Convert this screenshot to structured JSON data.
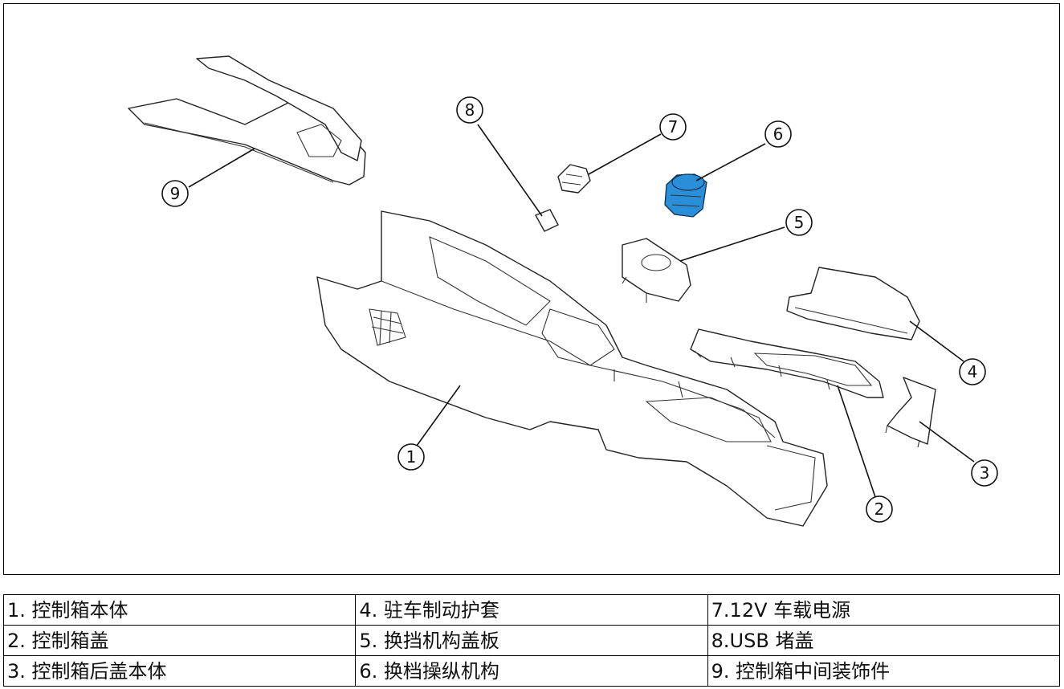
{
  "callouts": [
    "1",
    "2",
    "3",
    "4",
    "5",
    "6",
    "7",
    "8",
    "9"
  ],
  "legend": {
    "rows": [
      [
        "1. 控制箱本体",
        "4. 驻车制动护套",
        "7.12V 车载电源"
      ],
      [
        "2. 控制箱盖",
        "5. 换挡机构盖板",
        "8.USB 堵盖"
      ],
      [
        "3. 控制箱后盖本体",
        "6. 换档操纵机构",
        "9. 控制箱中间装饰件"
      ]
    ]
  },
  "colors": {
    "highlight_part": "#2a8fd8",
    "line": "#222222"
  }
}
